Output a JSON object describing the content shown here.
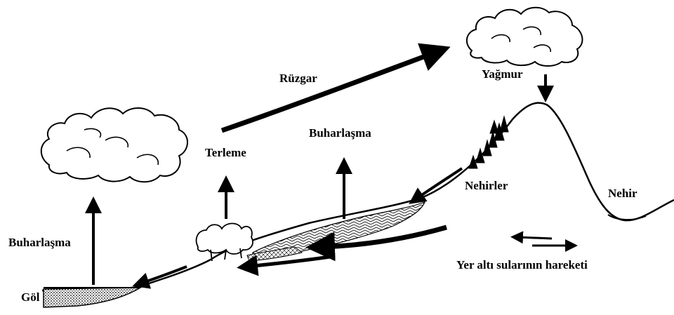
{
  "labels": {
    "wind": "Rüzgar",
    "rain": "Yağmur",
    "transpiration": "Terleme",
    "evaporation_slope": "Buharlaşma",
    "evaporation_lake": "Buharlaşma",
    "rivers": "Nehirler",
    "river": "Nehir",
    "lake": "Göl",
    "groundwater": "Yer altı sularının hareketi"
  },
  "colors": {
    "ink": "#000000",
    "paper": "#ffffff"
  }
}
